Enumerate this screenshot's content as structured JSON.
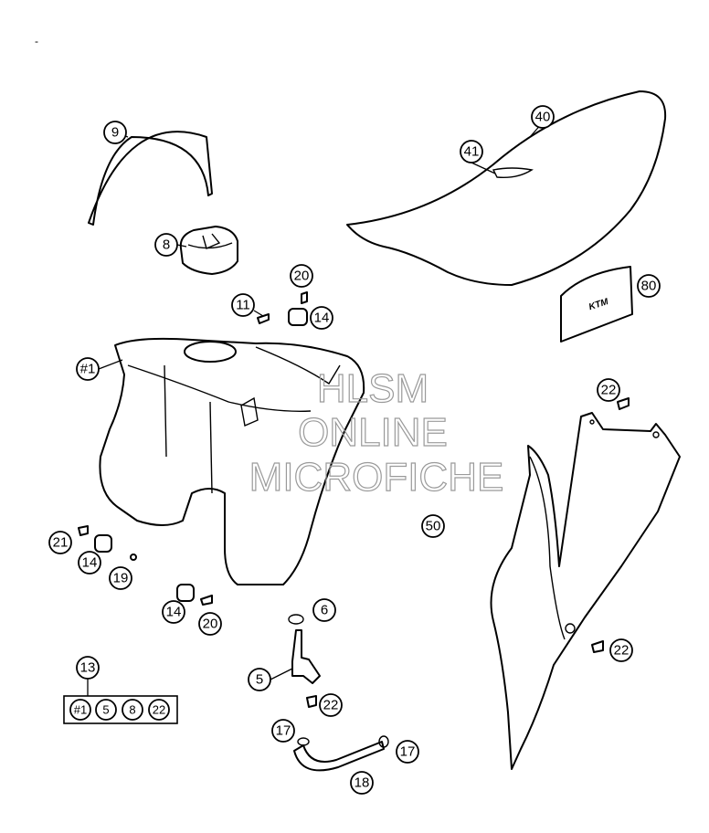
{
  "marker": "-",
  "watermark": [
    "HLSM",
    "ONLINE",
    "MICROFICHE"
  ],
  "callouts": {
    "c9": "9",
    "c40": "40",
    "c41": "41",
    "c8": "8",
    "c20a": "20",
    "c11": "11",
    "c14a": "14",
    "c80": "80",
    "c1": "#1",
    "c22a": "22",
    "c21": "21",
    "c14b": "14",
    "c19": "19",
    "c50": "50",
    "c14c": "14",
    "c20b": "20",
    "c6": "6",
    "c13": "13",
    "c5": "5",
    "c22b": "22",
    "c22c": "22",
    "c17a": "17",
    "c17b": "17",
    "c18": "18"
  },
  "kit": [
    "#1",
    "5",
    "8",
    "22"
  ],
  "colors": {
    "line": "#000000",
    "background": "#ffffff",
    "watermark": "#9a9a9a"
  }
}
